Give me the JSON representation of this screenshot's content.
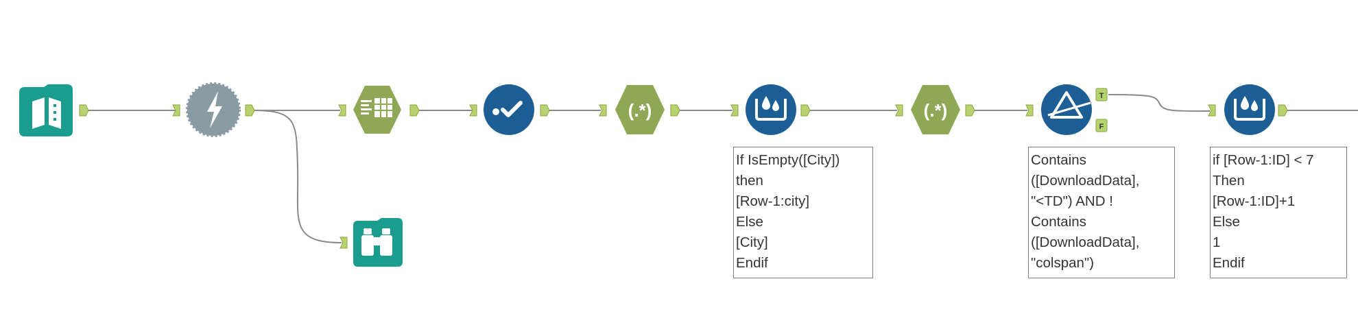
{
  "canvas": {
    "background": "#ffffff"
  },
  "colors": {
    "teal": "#1a9d8f",
    "gray_gear": "#8a9ba4",
    "olive": "#8fa856",
    "blue": "#1d5f95",
    "anchor_green": "#b7d36f",
    "connector": "#8a8a8a"
  },
  "tools": [
    {
      "id": "input",
      "icon": "book-input-icon"
    },
    {
      "id": "download",
      "icon": "lightning-gear-icon"
    },
    {
      "id": "text-to-columns",
      "icon": "text-columns-hex-icon"
    },
    {
      "id": "select",
      "icon": "select-check-icon"
    },
    {
      "id": "regex-1",
      "icon": "regex-hex-icon",
      "label": "(.*)"
    },
    {
      "id": "multi-row-1",
      "icon": "multirow-formula-icon"
    },
    {
      "id": "regex-2",
      "icon": "regex-hex-icon",
      "label": "(.*)"
    },
    {
      "id": "filter",
      "icon": "filter-prism-icon"
    },
    {
      "id": "multi-row-2",
      "icon": "multirow-formula-icon"
    },
    {
      "id": "browse",
      "icon": "binoculars-browse-icon"
    }
  ],
  "filter_anchors": {
    "true_label": "T",
    "false_label": "F"
  },
  "annotations": {
    "multirow1": [
      "If IsEmpty([City])",
      "then",
      "[Row-1:city]",
      "Else",
      "[City]",
      "Endif"
    ],
    "filter": [
      "Contains",
      "([DownloadData],",
      "\"<TD\") AND !",
      "Contains",
      "([DownloadData],",
      "\"colspan\")"
    ],
    "multirow2": [
      "if [Row-1:ID] < 7",
      "Then",
      "[Row-1:ID]+1",
      "Else",
      "1",
      "Endif"
    ]
  }
}
